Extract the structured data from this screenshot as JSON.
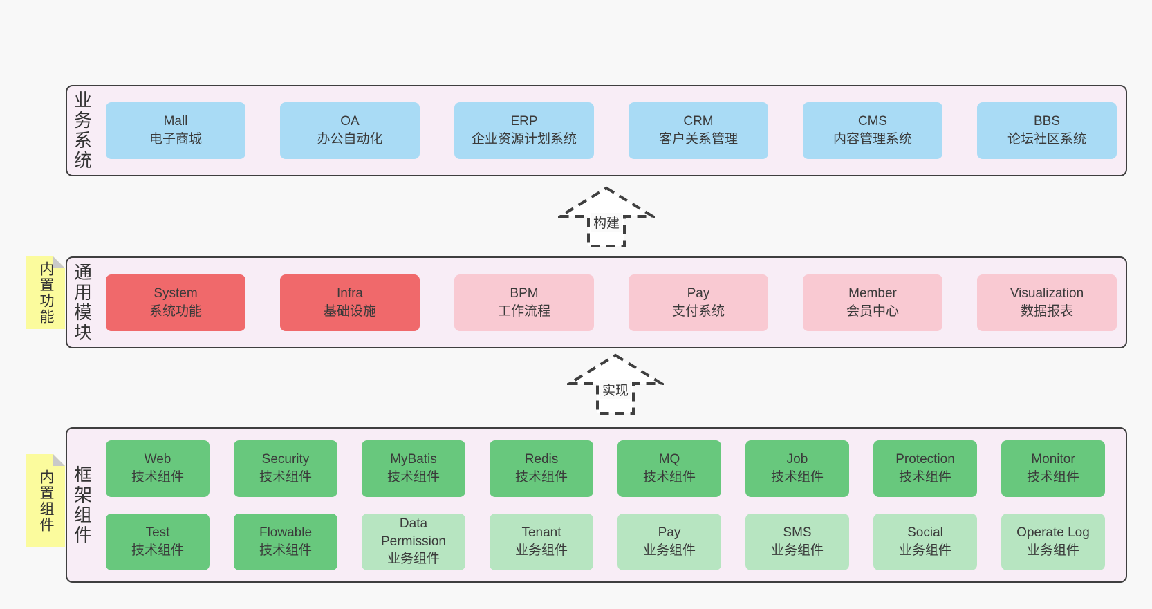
{
  "colors": {
    "page_bg": "#f8f8f8",
    "band_bg": "#f8edf6",
    "border": "#3f3f3f",
    "sticky": "#fbfb9d",
    "blue": "#a9dbf5",
    "red": "#f0696b",
    "pink": "#f9c9d2",
    "green": "#68c87d",
    "lightgreen": "#b7e5c1"
  },
  "bands": [
    {
      "id": "business",
      "label": "业务系统",
      "rows": [
        [
          {
            "en": "Mall",
            "zh": "电子商城",
            "color": "blue"
          },
          {
            "en": "OA",
            "zh": "办公自动化",
            "color": "blue"
          },
          {
            "en": "ERP",
            "zh": "企业资源计划系统",
            "color": "blue"
          },
          {
            "en": "CRM",
            "zh": "客户关系管理",
            "color": "blue"
          },
          {
            "en": "CMS",
            "zh": "内容管理系统",
            "color": "blue"
          },
          {
            "en": "BBS",
            "zh": "论坛社区系统",
            "color": "blue"
          }
        ]
      ]
    },
    {
      "id": "modules",
      "label": "通用模块",
      "sticky": "内置功能",
      "rows": [
        [
          {
            "en": "System",
            "zh": "系统功能",
            "color": "red"
          },
          {
            "en": "Infra",
            "zh": "基础设施",
            "color": "red"
          },
          {
            "en": "BPM",
            "zh": "工作流程",
            "color": "pink"
          },
          {
            "en": "Pay",
            "zh": "支付系统",
            "color": "pink"
          },
          {
            "en": "Member",
            "zh": "会员中心",
            "color": "pink"
          },
          {
            "en": "Visualization",
            "zh": "数据报表",
            "color": "pink"
          }
        ]
      ]
    },
    {
      "id": "components",
      "label": "框架组件",
      "sticky": "内置组件",
      "rows": [
        [
          {
            "en": "Web",
            "zh": "技术组件",
            "color": "green"
          },
          {
            "en": "Security",
            "zh": "技术组件",
            "color": "green"
          },
          {
            "en": "MyBatis",
            "zh": "技术组件",
            "color": "green"
          },
          {
            "en": "Redis",
            "zh": "技术组件",
            "color": "green"
          },
          {
            "en": "MQ",
            "zh": "技术组件",
            "color": "green"
          },
          {
            "en": "Job",
            "zh": "技术组件",
            "color": "green"
          },
          {
            "en": "Protection",
            "zh": "技术组件",
            "color": "green"
          },
          {
            "en": "Monitor",
            "zh": "技术组件",
            "color": "green"
          }
        ],
        [
          {
            "en": "Test",
            "zh": "技术组件",
            "color": "green"
          },
          {
            "en": "Flowable",
            "zh": "技术组件",
            "color": "green"
          },
          {
            "en": "Data Permission",
            "zh": "业务组件",
            "color": "lightgreen"
          },
          {
            "en": "Tenant",
            "zh": "业务组件",
            "color": "lightgreen"
          },
          {
            "en": "Pay",
            "zh": "业务组件",
            "color": "lightgreen"
          },
          {
            "en": "SMS",
            "zh": "业务组件",
            "color": "lightgreen"
          },
          {
            "en": "Social",
            "zh": "业务组件",
            "color": "lightgreen"
          },
          {
            "en": "Operate Log",
            "zh": "业务组件",
            "color": "lightgreen"
          }
        ]
      ]
    }
  ],
  "arrows": [
    {
      "id": "build",
      "label": "构建"
    },
    {
      "id": "implement",
      "label": "实现"
    }
  ]
}
